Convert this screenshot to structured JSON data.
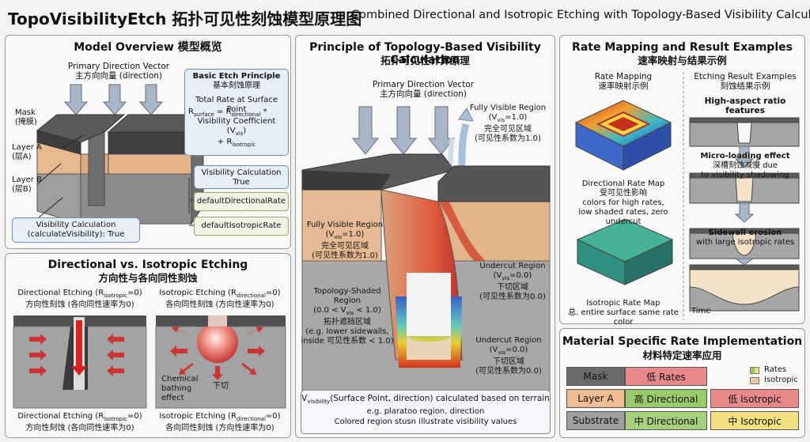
{
  "header": {
    "title": "TopoVisibilityEtch 拓扑可见性刻蚀模型原理图",
    "subtitle": "Combined Directional and Isotropic Etching with Topology-Based Visibility Calculation"
  },
  "model_overview": {
    "title": "Model Overview 模型概览",
    "direction_vector": "Primary Direction Vector",
    "direction_vector_cn": "主方向向量 (direction)",
    "mask": "Mask",
    "mask_cn": "(掩膜)",
    "layer_a": "Layer A",
    "layer_a_cn": "(层A)",
    "layer_b": "Layer B",
    "layer_b_cn": "(层B)",
    "visibility_calc": "Visibility Calculation",
    "visibility_calc_fn": "(calculateVisibility): True",
    "principle_title": "Basic Etch Principle",
    "principle_title_cn": "基本刻蚀原理",
    "total_rate": "Total Rate at Surface Point",
    "formula_1": "R",
    "formula_1_sub": "surface",
    "formula_2": " = R",
    "formula_2_sub": "directional",
    "formula_3": " *",
    "formula_4": "Visibility Coefficient",
    "formula_5": "(V",
    "formula_5_sub": "vis",
    "formula_6": ")",
    "formula_7": "+ R",
    "formula_7_sub": "isotropic",
    "vis_setting": "Visibility Calculation",
    "vis_setting_val": "True",
    "default_dir": "defaultDirectionalRate",
    "default_iso": "defaultIsotropicRate"
  },
  "dir_vs_iso": {
    "title": "Directional vs. Isotropic Etching",
    "title_cn": "方向性与各向同性刻蚀",
    "dir_top": "Directional Etching (R",
    "dir_top_sub": "isotropic",
    "dir_top_end": "=0)",
    "dir_top_cn": "方向性刻蚀 (各向同性速率为0)",
    "iso_top": "Isotropic Etching (R",
    "iso_top_sub": "directional",
    "iso_top_end": "=0)",
    "iso_top_cn": "各向同性刻蚀 (方向性速率为0)",
    "chemical": "Chemical",
    "bathing": "bathing",
    "effect": "effect",
    "undercut_cn": "下切",
    "dir_bottom": "Directional Etching (R",
    "dir_bottom_sub": "isotropic",
    "dir_bottom_end": "=0)",
    "dir_bottom_cn": "方向性刻蚀 (各向同性速率为0)",
    "iso_bottom": "Isotropic Etching (R",
    "iso_bottom_sub": "directional",
    "iso_bottom_end": "=0)",
    "iso_bottom_cn": "各向同性刻蚀 (方向性速率为0)"
  },
  "principle": {
    "title": "Principle of Topology-Based Visibility Calculation",
    "title_cn": "拓扑可见性计算原理",
    "direction_vector": "Primary Direction Vector",
    "direction_vector_cn": "主方向向量 (direction)",
    "fv_right_1": "Fully Visible Region",
    "fv_right_2": "(V",
    "fv_right_2_sub": "vis",
    "fv_right_2_end": "=1.0)",
    "fv_right_3": "完全可见区域",
    "fv_right_4": "(可见性系数为1.0)",
    "fv_left_1": "Fully Visible Region",
    "fv_left_2": "(V",
    "fv_left_2_sub": "vis",
    "fv_left_2_end": "=1.0)",
    "fv_left_3": "完全可见区域",
    "fv_left_4": "(可见性系数为1.0)",
    "uc_top_1": "Undercut Region",
    "uc_top_2": "(V",
    "uc_top_2_sub": "vis",
    "uc_top_2_end": "=0.0)",
    "uc_top_3": "下切区域",
    "uc_top_4": "(可见性系数为0.0)",
    "ts_1": "Topology-Shaded",
    "ts_2": "Region",
    "ts_3": "(0.0 < V",
    "ts_3_sub": "vis",
    "ts_3_end": " < 1.0)",
    "ts_4": "拓扑遮挡区域",
    "ts_5": "(e.g. lower sidewalls,",
    "ts_6": "inside 可见性系数 < 1.0)",
    "uc_bot_1": "Undercut Region",
    "uc_bot_2": "(V",
    "uc_bot_2_sub": "vis",
    "uc_bot_2_end": "=0.0)",
    "uc_bot_3": "下切区域",
    "uc_bot_4": "(可见性系数为0.0)",
    "footer_1": "V",
    "footer_1_sub": "visibility",
    "footer_1_end": "(Surface Point, direction) calculated based on terrain",
    "footer_2": "e.g. plaratoo region, direction",
    "footer_3": "Colored region stusn illustrate visibility values"
  },
  "rate_mapping": {
    "title": "Rate Mapping and Result Examples",
    "title_cn": "速率映射与结果示例",
    "rm_title": "Rate Mapping",
    "rm_title_cn": "速率映射示例",
    "drm_1": "Directional Rate Map",
    "drm_2": "受可见性影响",
    "drm_3": "colors for high rates,",
    "drm_4": "low shaded rates, zero undercut",
    "irm_1": "Isotropic Rate Map",
    "irm_2": "总. entire surface same rate color",
    "er_title": "Etching Result Examples",
    "er_title_cn": "刻蚀结果示例",
    "hi_aspect": "High-aspect ratio features",
    "ml_1": "Micro-loading effect",
    "ml_2": "深槽刻蚀减慢 due",
    "ml_3": "to visibility shadowing",
    "se_1": "Sidewall erosion",
    "se_2": "with large isotropic rates",
    "time": "Time"
  },
  "material": {
    "title": "Material Specific Rate Implementation",
    "title_cn": "材料特定速率应用",
    "rows": [
      {
        "name": "Mask",
        "rate": "低 Rates",
        "iso": ""
      },
      {
        "name": "Layer A",
        "rate": "高 Directional",
        "iso": "低 Isotropic"
      },
      {
        "name": "Substrate",
        "rate": "中 Directional",
        "iso": "中 Isotropic"
      }
    ],
    "legend_rates": "Rates",
    "legend_iso": "Isotropic"
  }
}
